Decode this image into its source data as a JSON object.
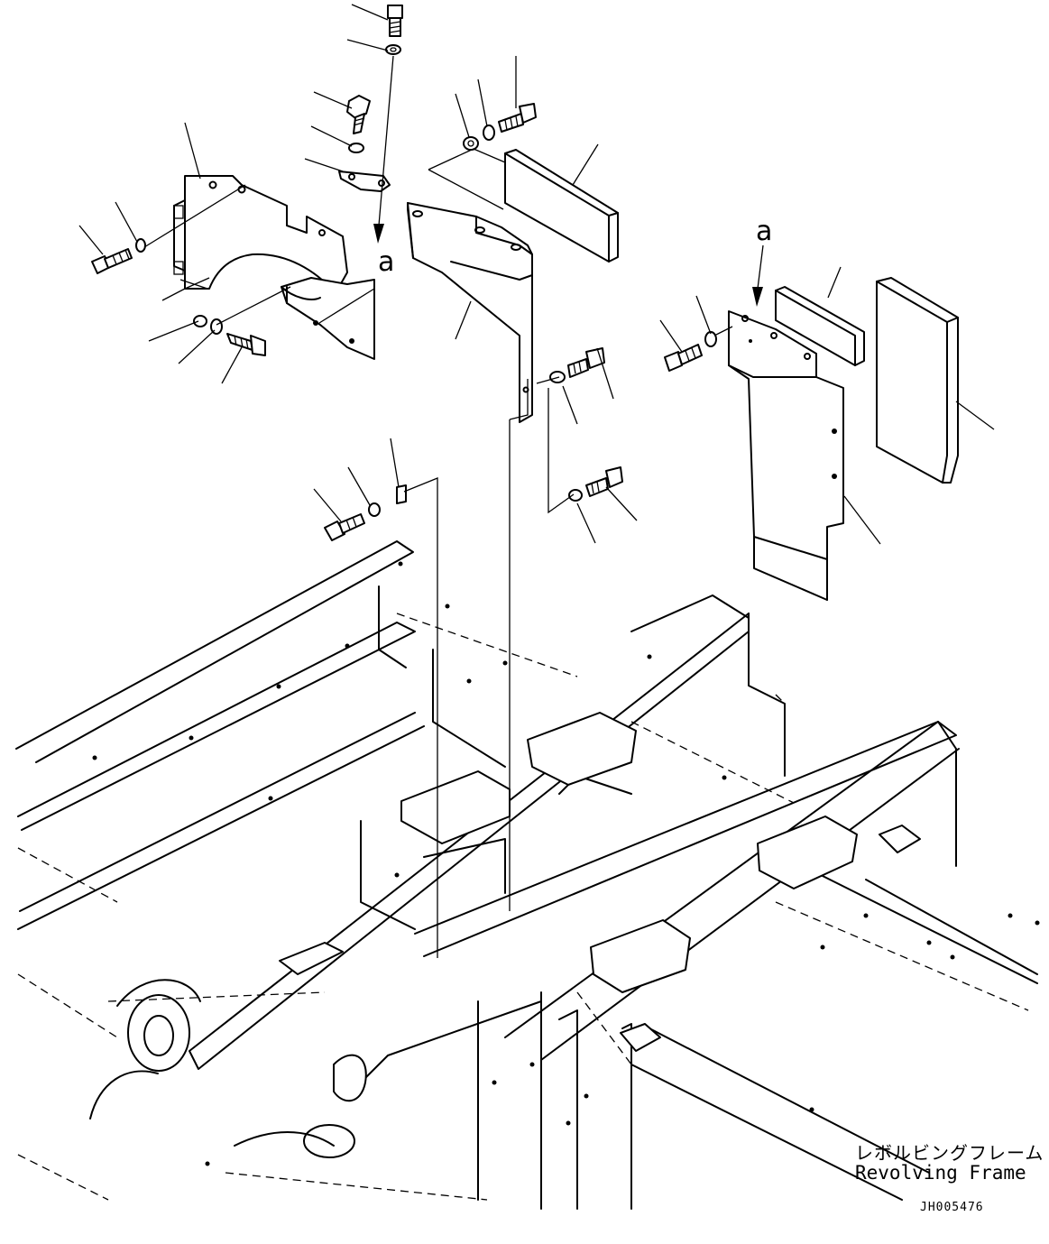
{
  "view_marker_letter": "a",
  "label_japanese": "レボルビングフレーム",
  "label_english": "Revolving Frame",
  "drawing_number": "JH005476"
}
